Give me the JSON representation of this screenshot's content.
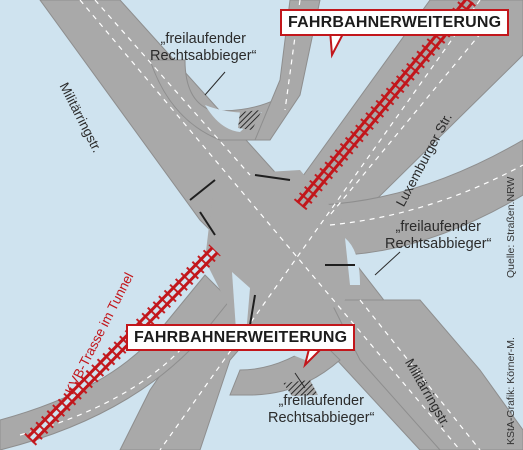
{
  "labels": {
    "widening_top": "FAHRBAHNERWEITERUNG",
    "widening_bottom": "FAHRBAHNERWEITERUNG",
    "free_right_turn_top": "„freilaufender\nRechtsabbieger“",
    "free_right_turn_right": "„freilaufender\nRechtsabbieger“",
    "free_right_turn_bottom": "„freilaufender\nRechtsabbieger“",
    "street_militaerring_top": "Militärringstr.",
    "street_militaerring_bottom": "Militärringstr.",
    "street_luxemburger": "Luxemburger Str.",
    "tunnel_label": "KVB-Trasse im Tunnel",
    "source": "Quelle: Straßen.NRW",
    "graphic_credit": "KStA-Grafik: Körner-M."
  },
  "colors": {
    "water_background": "#cfe3ef",
    "road": "#a9a9a9",
    "road_edge": "#8e8e8e",
    "rail": "#c2161b",
    "label_border": "#c2161b"
  }
}
